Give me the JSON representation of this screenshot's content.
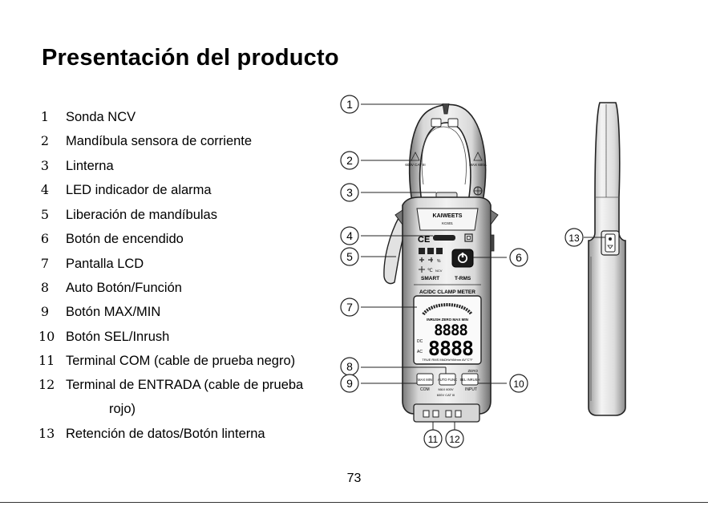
{
  "page": {
    "title": "Presentación del producto",
    "page_number": "73"
  },
  "features": [
    {
      "number": "1",
      "label": "Sonda NCV"
    },
    {
      "number": "2",
      "label": "Mandíbula sensora de corriente"
    },
    {
      "number": "3",
      "label": "Linterna"
    },
    {
      "number": "4",
      "label": "LED indicador de alarma"
    },
    {
      "number": "5",
      "label": "Liberación de mandíbulas"
    },
    {
      "number": "6",
      "label": "Botón de encendido"
    },
    {
      "number": "7",
      "label": "Pantalla LCD"
    },
    {
      "number": "8",
      "label": "Auto Botón/Función"
    },
    {
      "number": "9",
      "label": "Botón MAX/MIN"
    },
    {
      "number": "10",
      "label": "Botón SEL/Inrush"
    },
    {
      "number": "11",
      "label": "Terminal COM (cable de prueba negro)"
    },
    {
      "number": "12",
      "label": "Terminal de ENTRADA (cable de prueba",
      "continuation": "rojo)"
    },
    {
      "number": "13",
      "label": "Retención de datos/Botón linterna"
    }
  ],
  "device": {
    "brand": "KAIWEETS",
    "model": "KC601",
    "jaw_left_rating": "600V CAT III",
    "jaw_right_rating": "MAX 600A",
    "smart_label": "SMART",
    "trms_label": "T-RMS",
    "meter_label": "AC/DC CLAMP METER",
    "lcd_indicators": "INRUSH ZERO MAX MIN",
    "lcd_digits": "8888",
    "lcd_dc": "DC",
    "lcd_ac": "AC",
    "lcd_bottom": "TRUE RMS MkΩHz%Mmm AV°C°F",
    "zero_label": "ZERO",
    "buttons": [
      "MAX MIN",
      "AUTO FUNC",
      "SEL INRUSH"
    ],
    "com_label": "COM",
    "input_label": "INPUT",
    "terminal_rating": "MAX 600V",
    "terminal_cat": "600V CAT III"
  },
  "callouts": [
    "1",
    "2",
    "3",
    "4",
    "5",
    "6",
    "7",
    "8",
    "9",
    "10",
    "11",
    "12",
    "13"
  ]
}
